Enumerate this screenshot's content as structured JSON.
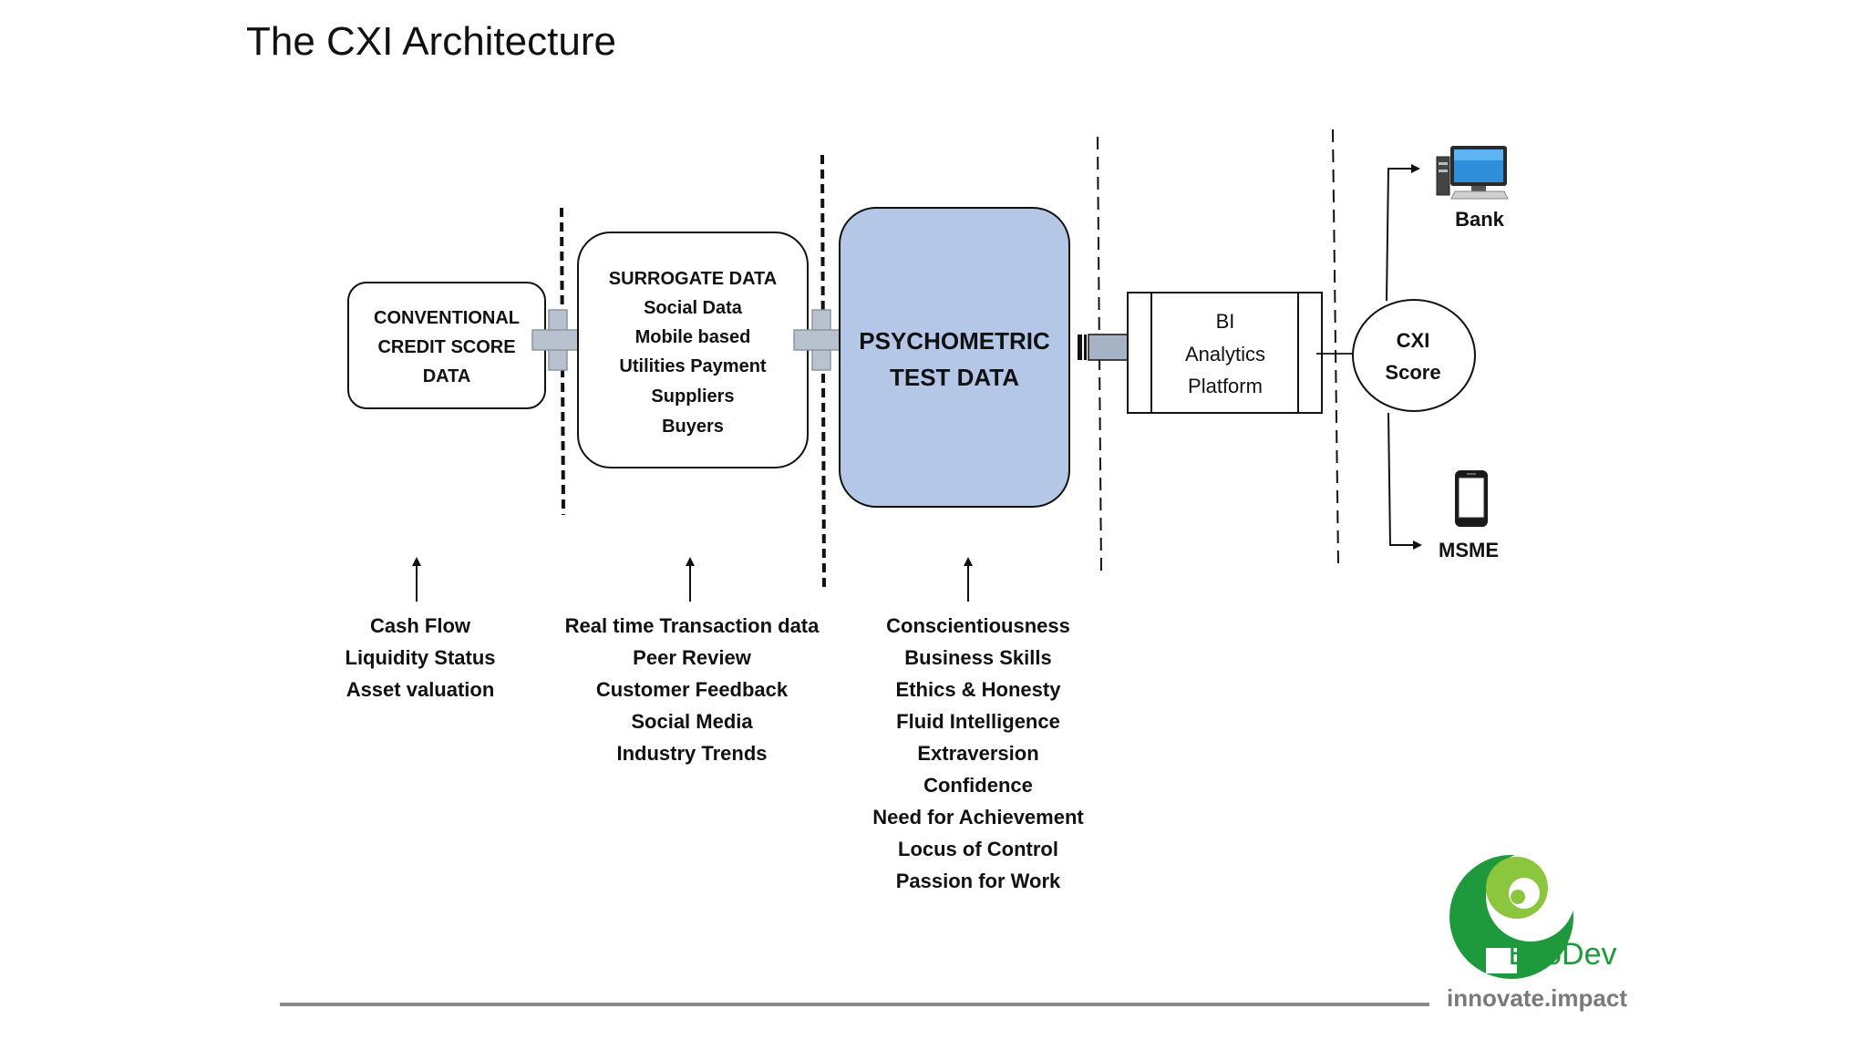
{
  "title": "The CXI Architecture",
  "boxes": {
    "conventional": [
      "CONVENTIONAL",
      "CREDIT SCORE",
      "DATA"
    ],
    "surrogate": [
      "SURROGATE DATA",
      "Social Data",
      "Mobile based",
      "Utilities Payment",
      "Suppliers",
      "Buyers"
    ],
    "psychometric": [
      "PSYCHOMETRIC",
      "TEST DATA"
    ],
    "bi": [
      "BI",
      "Analytics",
      "Platform"
    ],
    "cxi": [
      "CXI",
      "Score"
    ]
  },
  "outputs": {
    "bank": "Bank",
    "msme": "MSME"
  },
  "inputs": {
    "conventional": [
      "Cash Flow",
      "Liquidity Status",
      "Asset valuation"
    ],
    "surrogate": [
      "Real time Transaction data",
      "Peer Review",
      "Customer Feedback",
      "Social Media",
      "Industry Trends"
    ],
    "psychometric": [
      "Conscientiousness",
      "Business Skills",
      "Ethics & Honesty",
      "Fluid Intelligence",
      "Extraversion",
      "Confidence",
      "Need for Achievement",
      "Locus of Control",
      "Passion for Work"
    ]
  },
  "brand": {
    "name": "EcoDev",
    "tagline": "innovate.impact"
  },
  "colors": {
    "psychometric_fill": "#b4c7e7",
    "connector_fill": "#b8c2cf",
    "arrow_fill": "#a6b3c4",
    "logo_green_dark": "#1e9a3c",
    "logo_green_light": "#8cc63f",
    "rule": "#8a8a8a"
  },
  "icons": {
    "bank": "desktop-computer-icon",
    "msme": "mobile-phone-icon",
    "logo": "ecodev-logo-icon"
  }
}
